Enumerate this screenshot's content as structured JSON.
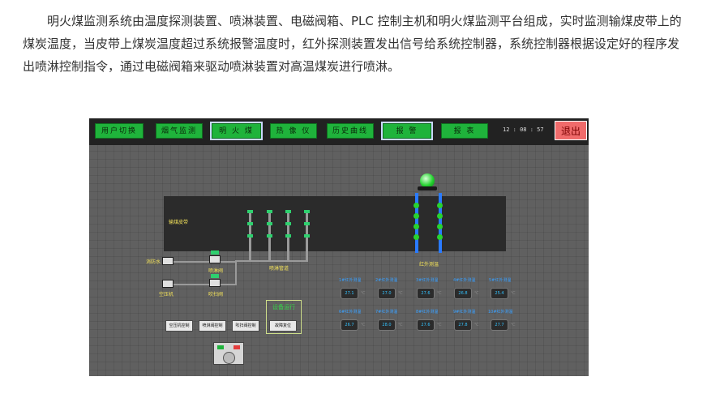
{
  "intro_text": "明火煤监测系统由温度探测装置、喷淋装置、电磁阀箱、PLC 控制主机和明火煤监测平台组成，实时监测输煤皮带上的煤炭温度，当皮带上煤炭温度超过系统报警温度时，红外探测装置发出信号给系统控制器，系统控制器根据设定好的程序发出喷淋控制指令，通过电磁阀箱来驱动喷淋装置对高温煤炭进行喷淋。",
  "nav": [
    {
      "label": "用户切换",
      "active": false
    },
    {
      "label": "烟气监测",
      "active": false
    },
    {
      "label": "明 火 煤",
      "active": true
    },
    {
      "label": "热 像 仪",
      "active": false
    },
    {
      "label": "历史曲线",
      "active": false
    },
    {
      "label": "报  警",
      "active": true
    },
    {
      "label": "报  表",
      "active": false
    }
  ],
  "clock": "12 : 08 : 57",
  "exit_label": "退出",
  "belt_label": "输煤皮带",
  "infrared_label": "红外测温",
  "pipe_label": "喷淋管道",
  "left_labels": {
    "fireproof_water": "消防水",
    "air_compressor": "空压机",
    "spray_valve": "喷淋阀",
    "blow_valve": "吹扫阀"
  },
  "panel_title": "设备运行",
  "buttons": [
    "空压机控制",
    "喷淋阀控制",
    "吹扫阀控制",
    "故障复位"
  ],
  "colors": {
    "nav_green": "#1fb33b",
    "exit_red": "#f06b6b",
    "temp_blue": "#34c3ff"
  },
  "temps": {
    "row1": [
      {
        "label": "1#红外测温",
        "value": "27.1"
      },
      {
        "label": "2#红外测温",
        "value": "27.0"
      },
      {
        "label": "3#红外测温",
        "value": "27.6"
      },
      {
        "label": "4#红外测温",
        "value": "26.8"
      },
      {
        "label": "5#红外测温",
        "value": "25.4"
      }
    ],
    "row2": [
      {
        "label": "6#红外测温",
        "value": "26.7"
      },
      {
        "label": "7#红外测温",
        "value": "28.0"
      },
      {
        "label": "8#红外测温",
        "value": "27.6"
      },
      {
        "label": "9#红外测温",
        "value": "27.8"
      },
      {
        "label": "10#红外测温",
        "value": "27.7"
      }
    ],
    "unit": "℃"
  }
}
